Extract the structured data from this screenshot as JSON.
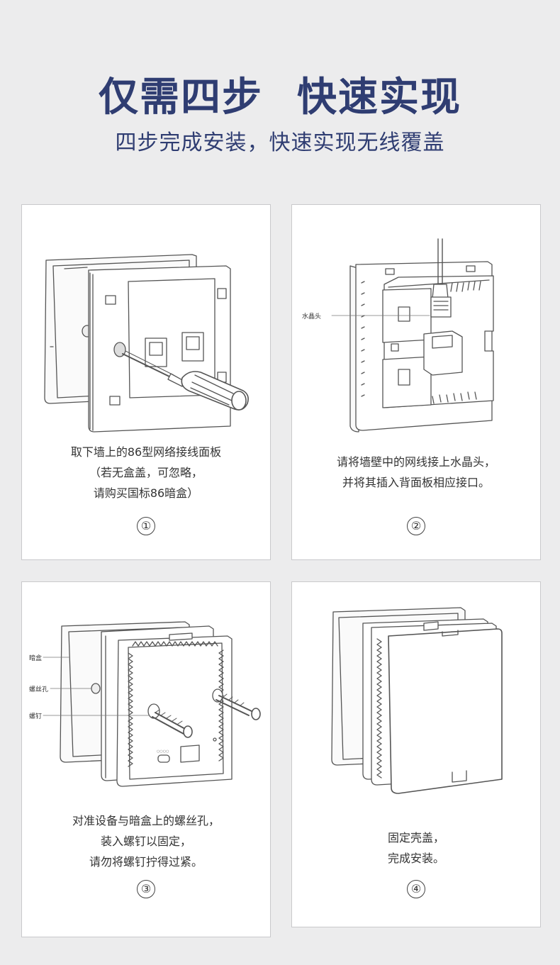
{
  "header": {
    "title_left": "仅需四步",
    "title_right": "快速实现",
    "subtitle": "四步完成安装，快速实现无线覆盖"
  },
  "steps": [
    {
      "number": "①",
      "lines": [
        "取下墙上的86型网络接线面板",
        "（若无盒盖，可忽略，",
        "请购买国标86暗盒）"
      ],
      "callouts": []
    },
    {
      "number": "②",
      "lines": [
        "请将墙壁中的网线接上水晶头，",
        "并将其插入背面板相应接口。"
      ],
      "callouts": [
        "水晶头"
      ]
    },
    {
      "number": "③",
      "lines": [
        "对准设备与暗盒上的螺丝孔，",
        "装入螺钉以固定，",
        "请勿将螺钉拧得过紧。"
      ],
      "callouts": [
        "暗盒",
        "螺丝孔",
        "螺钉"
      ]
    },
    {
      "number": "④",
      "lines": [
        "固定壳盖，",
        "完成安装。"
      ],
      "callouts": []
    }
  ],
  "colors": {
    "title": "#2f3d72",
    "background": "#ececed",
    "card": "#ffffff",
    "line_art": "#555555"
  }
}
